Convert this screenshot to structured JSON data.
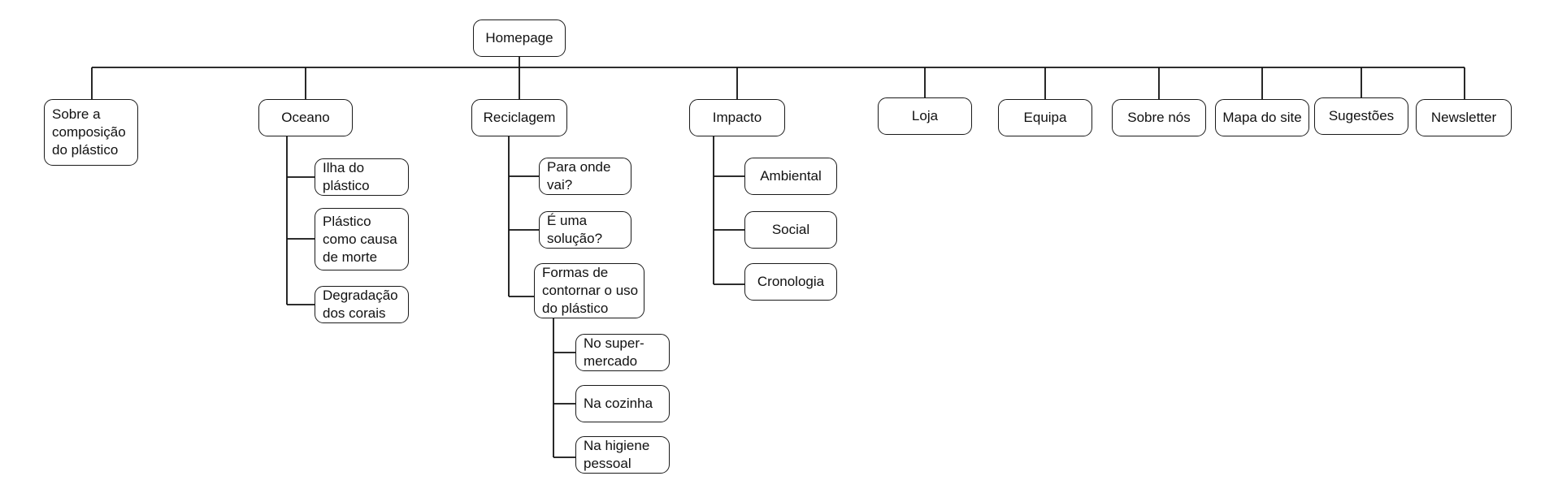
{
  "root": {
    "lines": [
      "Homepage"
    ]
  },
  "top_level": [
    {
      "id": "sobre-composicao",
      "lines": [
        "Sobre a",
        "composição",
        "do plástico"
      ],
      "children": []
    },
    {
      "id": "oceano",
      "lines": [
        "Oceano"
      ],
      "children": [
        {
          "id": "ilha",
          "lines": [
            "Ilha do",
            "plástico"
          ],
          "children": []
        },
        {
          "id": "plastico-morte",
          "lines": [
            "Plástico",
            "como causa",
            "de morte"
          ],
          "children": []
        },
        {
          "id": "degradacao",
          "lines": [
            "Degradação",
            "dos corais"
          ],
          "children": []
        }
      ]
    },
    {
      "id": "reciclagem",
      "lines": [
        "Reciclagem"
      ],
      "children": [
        {
          "id": "para-onde",
          "lines": [
            "Para onde",
            "vai?"
          ],
          "children": []
        },
        {
          "id": "solucao",
          "lines": [
            "É uma",
            "solução?"
          ],
          "children": []
        },
        {
          "id": "formas",
          "lines": [
            "Formas de",
            "contornar o uso",
            "do plástico"
          ],
          "children": [
            {
              "id": "supermercado",
              "lines": [
                "No super-",
                "mercado"
              ],
              "children": []
            },
            {
              "id": "cozinha",
              "lines": [
                "Na cozinha"
              ],
              "children": []
            },
            {
              "id": "higiene",
              "lines": [
                "Na higiene",
                "pessoal"
              ],
              "children": []
            }
          ]
        }
      ]
    },
    {
      "id": "impacto",
      "lines": [
        "Impacto"
      ],
      "children": [
        {
          "id": "ambiental",
          "lines": [
            "Ambiental"
          ],
          "children": []
        },
        {
          "id": "social",
          "lines": [
            "Social"
          ],
          "children": []
        },
        {
          "id": "cronologia",
          "lines": [
            "Cronologia"
          ],
          "children": []
        }
      ]
    },
    {
      "id": "loja",
      "lines": [
        "Loja"
      ],
      "children": []
    },
    {
      "id": "equipa",
      "lines": [
        "Equipa"
      ],
      "children": []
    },
    {
      "id": "sobre-nos",
      "lines": [
        "Sobre nós"
      ],
      "children": []
    },
    {
      "id": "mapa-site",
      "lines": [
        "Mapa do site"
      ],
      "children": []
    },
    {
      "id": "sugestoes",
      "lines": [
        "Sugestões"
      ],
      "children": []
    },
    {
      "id": "newsletter",
      "lines": [
        "Newsletter"
      ],
      "children": []
    }
  ]
}
